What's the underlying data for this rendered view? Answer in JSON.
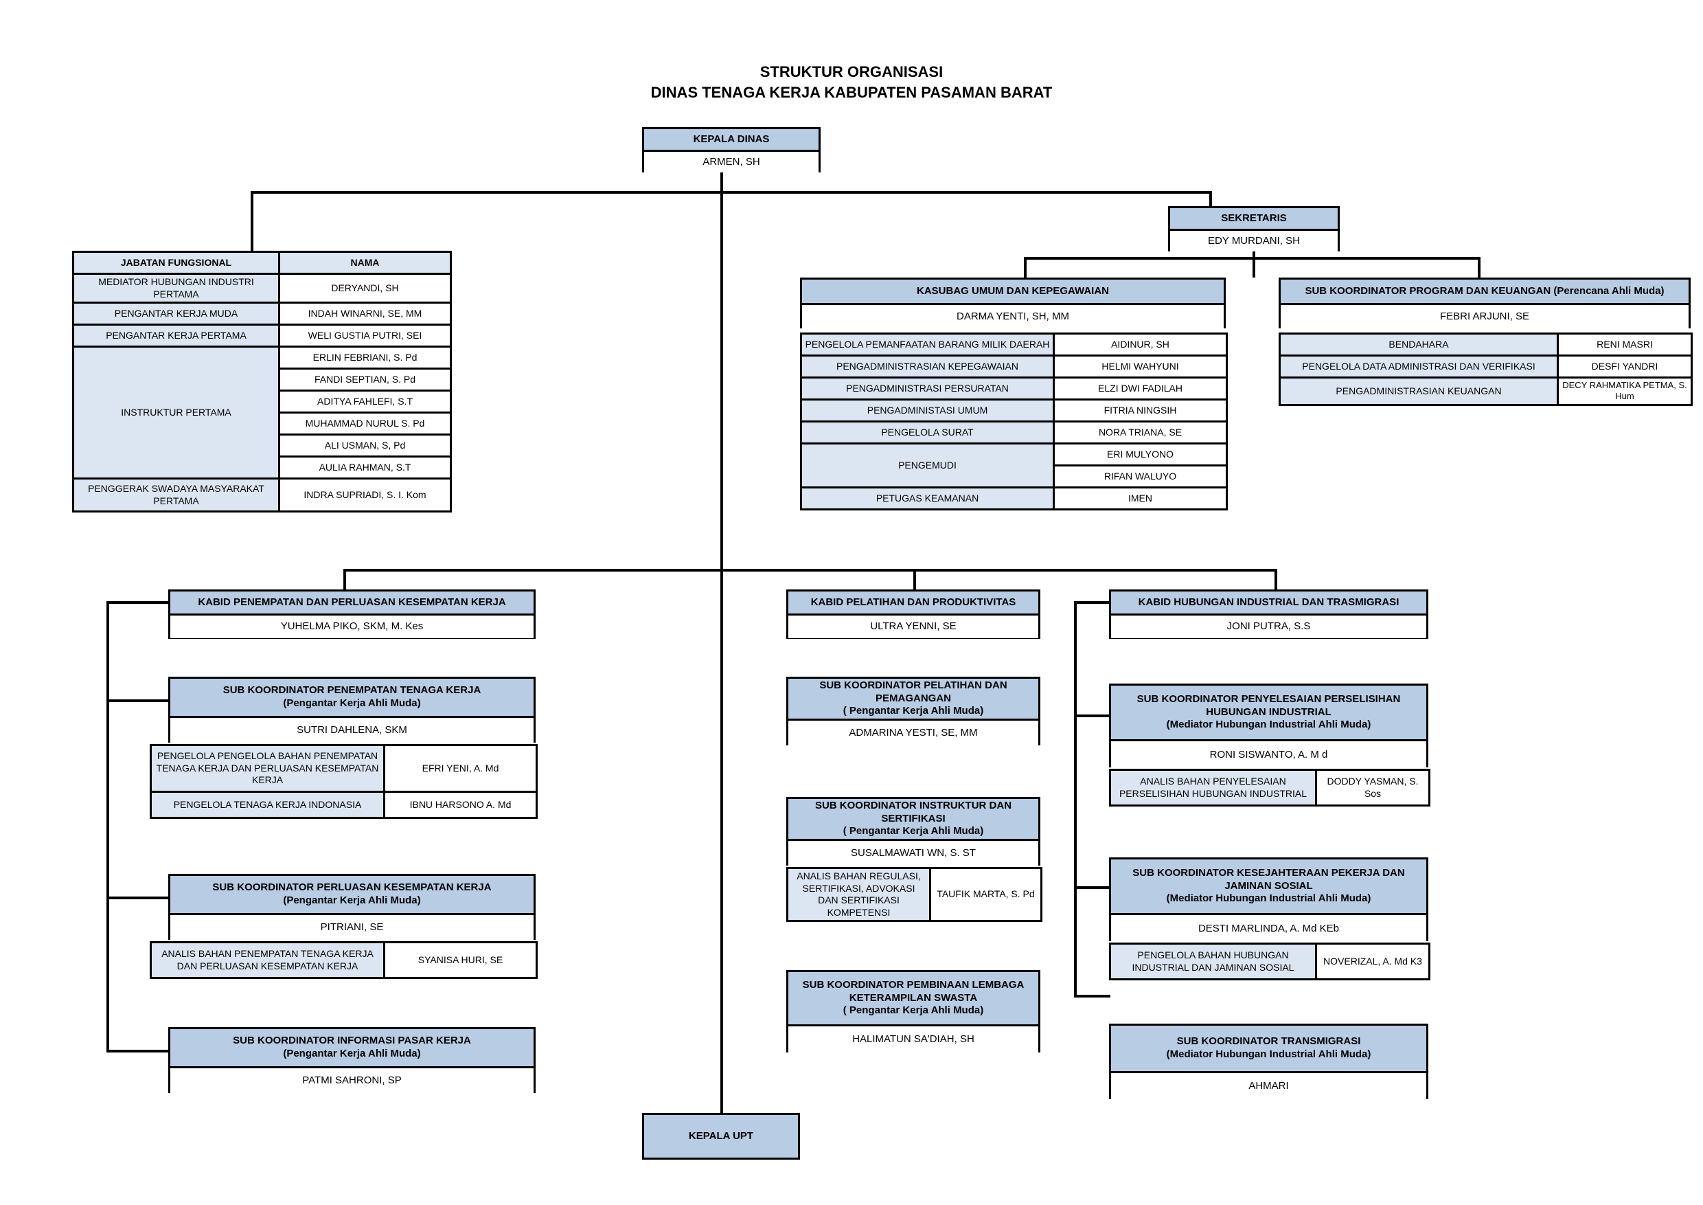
{
  "title": {
    "line1": "STRUKTUR ORGANISASI",
    "line2": "DINAS TENAGA KERJA KABUPATEN PASAMAN BARAT"
  },
  "kepala_dinas": {
    "role": "KEPALA DINAS",
    "name": "ARMEN, SH"
  },
  "sekretaris": {
    "role": "SEKRETARIS",
    "name": "EDY MURDANI, SH"
  },
  "kepala_upt": {
    "role": "KEPALA UPT",
    "name": ""
  },
  "jabatan_fungsional": {
    "col_jabatan": "JABATAN FUNGSIONAL",
    "col_nama": "NAMA",
    "rows": [
      {
        "jabatan": "MEDIATOR HUBUNGAN INDUSTRI PERTAMA",
        "nama": "DERYANDI, SH"
      },
      {
        "jabatan": "PENGANTAR KERJA MUDA",
        "nama": "INDAH WINARNI, SE, MM"
      },
      {
        "jabatan": "PENGANTAR KERJA PERTAMA",
        "nama": "WELI GUSTIA PUTRI, SEI"
      },
      {
        "jabatan": "INSTRUKTUR PERTAMA",
        "nama": "ERLIN FEBRIANI, S. Pd"
      },
      {
        "jabatan": "",
        "nama": "FANDI SEPTIAN, S. Pd"
      },
      {
        "jabatan": "",
        "nama": "ADITYA FAHLEFI, S.T"
      },
      {
        "jabatan": "",
        "nama": "MUHAMMAD NURUL S. Pd"
      },
      {
        "jabatan": "",
        "nama": "ALI USMAN, S, Pd"
      },
      {
        "jabatan": "",
        "nama": "AULIA RAHMAN, S.T"
      },
      {
        "jabatan": "PENGGERAK SWADAYA MASYARAKAT PERTAMA",
        "nama": "INDRA SUPRIADI, S. I. Kom"
      }
    ],
    "instruktur_label": "INSTRUKTUR PERTAMA",
    "penggerak_label": "PENGGERAK SWADAYA MASYARAKAT PERTAMA"
  },
  "kasubag_umum": {
    "role": "KASUBAG UMUM DAN KEPEGAWAIAN",
    "name": "DARMA YENTI, SH, MM",
    "staff": [
      {
        "jabatan": "PENGELOLA PEMANFAATAN BARANG MILIK DAERAH",
        "nama": "AIDINUR, SH"
      },
      {
        "jabatan": "PENGADMINISTRASIAN KEPEGAWAIAN",
        "nama": "HELMI WAHYUNI"
      },
      {
        "jabatan": "PENGADMINISTRASI PERSURATAN",
        "nama": "ELZI DWI FADILAH"
      },
      {
        "jabatan": "PENGADMINISTASI UMUM",
        "nama": "FITRIA NINGSIH"
      },
      {
        "jabatan": "PENGELOLA SURAT",
        "nama": "NORA TRIANA, SE"
      },
      {
        "jabatan": "PENGEMUDI",
        "nama": "ERI MULYONO"
      },
      {
        "jabatan": "",
        "nama": "RIFAN  WALUYO"
      },
      {
        "jabatan": "PETUGAS KEAMANAN",
        "nama": "IMEN"
      }
    ],
    "pengemudi_label": "PENGEMUDI"
  },
  "subkoor_program": {
    "role": "SUB KOORDINATOR PROGRAM DAN KEUANGAN (Perencana Ahli Muda)",
    "name": "FEBRI ARJUNI, SE",
    "staff": [
      {
        "jabatan": "BENDAHARA",
        "nama": "RENI MASRI"
      },
      {
        "jabatan": "PENGELOLA DATA ADMINISTRASI DAN VERIFIKASI",
        "nama": "DESFI YANDRI"
      },
      {
        "jabatan": "PENGADMINISTRASIAN KEUANGAN",
        "nama": "DECY RAHMATIKA PETMA, S. Hum"
      }
    ]
  },
  "kabid_penempatan": {
    "role": "KABID PENEMPATAN DAN PERLUASAN KESEMPATAN KERJA",
    "name": "YUHELMA PIKO, SKM, M. Kes",
    "sub1": {
      "role_l1": "SUB KOORDINATOR PENEMPATAN TENAGA KERJA",
      "role_l2": "(Pengantar Kerja Ahli Muda)",
      "name": "SUTRI DAHLENA, SKM",
      "staff": [
        {
          "jabatan": "PENGELOLA PENGELOLA BAHAN PENEMPATAN TENAGA KERJA DAN PERLUASAN KESEMPATAN KERJA",
          "nama": "EFRI YENI, A. Md"
        },
        {
          "jabatan": "PENGELOLA TENAGA KERJA INDONASIA",
          "nama": "IBNU HARSONO A. Md"
        }
      ]
    },
    "sub2": {
      "role_l1": "SUB KOORDINATOR PERLUASAN KESEMPATAN KERJA",
      "role_l2": "(Pengantar Kerja Ahli Muda)",
      "name": "PITRIANI, SE",
      "staff": [
        {
          "jabatan": "ANALIS BAHAN PENEMPATAN TENAGA KERJA DAN PERLUASAN KESEMPATAN KERJA",
          "nama": "SYANISA HURI, SE"
        }
      ]
    },
    "sub3": {
      "role_l1": "SUB KOORDINATOR INFORMASI PASAR KERJA",
      "role_l2": "(Pengantar Kerja Ahli Muda)",
      "name": "PATMI SAHRONI, SP",
      "staff": []
    }
  },
  "kabid_pelatihan": {
    "role": "KABID PELATIHAN DAN PRODUKTIVITAS",
    "name": "ULTRA YENNI, SE",
    "sub1": {
      "role_l1": "SUB KOORDINATOR  PELATIHAN DAN PEMAGANGAN",
      "role_l2": "( Pengantar Kerja Ahli Muda)",
      "name": "ADMARINA YESTI, SE, MM",
      "staff": []
    },
    "sub2": {
      "role_l1": "SUB KOORDINATOR  INSTRUKTUR DAN SERTIFIKASI",
      "role_l2": "( Pengantar Kerja Ahli Muda)",
      "name": "SUSALMAWATI  WN, S. ST",
      "staff": [
        {
          "jabatan": "ANALIS BAHAN REGULASI, SERTIFIKASI, ADVOKASI DAN SERTIFIKASI KOMPETENSI",
          "nama": "TAUFIK MARTA, S. Pd"
        }
      ]
    },
    "sub3": {
      "role_l1": "SUB KOORDINATOR  PEMBINAAN LEMBAGA",
      "role_l1b": "KETERAMPILAN SWASTA",
      "role_l2": "( Pengantar Kerja Ahli Muda)",
      "name": "HALIMATUN SA'DIAH, SH",
      "staff": []
    }
  },
  "kabid_hubungan": {
    "role": "KABID HUBUNGAN INDUSTRIAL DAN TRASMIGRASI",
    "name": "JONI PUTRA, S.S",
    "sub1": {
      "role_l1": "SUB KOORDINATOR PENYELESAIAN PERSELISIHAN",
      "role_l1b": "HUBUNGAN INDUSTRIAL",
      "role_l2": "(Mediator Hubungan Industrial Ahli Muda)",
      "name": "RONI SISWANTO, A. M d",
      "staff": [
        {
          "jabatan": "ANALIS BAHAN PENYELESAIAN PERSELISIHAN HUBUNGAN INDUSTRIAL",
          "nama": "DODDY YASMAN, S. Sos"
        }
      ]
    },
    "sub2": {
      "role_l1": "SUB KOORDINATOR KESEJAHTERAAN PEKERJA DAN",
      "role_l1b": "JAMINAN SOSIAL",
      "role_l2": "(Mediator Hubungan Industrial Ahli Muda)",
      "name": "DESTI MARLINDA, A. Md KEb",
      "staff": [
        {
          "jabatan": "PENGELOLA BAHAN HUBUNGAN INDUSTRIAL DAN JAMINAN SOSIAL",
          "nama": "NOVERIZAL, A. Md K3"
        }
      ]
    },
    "sub3": {
      "role_l1": "SUB KOORDINATOR TRANSMIGRASI",
      "role_l2": "(Mediator Hubungan Industrial Ahli Muda)",
      "name": "AHMARI",
      "staff": []
    }
  },
  "colors": {
    "header_fill": "#b8cce4",
    "label_fill": "#dce6f2",
    "line": "#000000"
  }
}
